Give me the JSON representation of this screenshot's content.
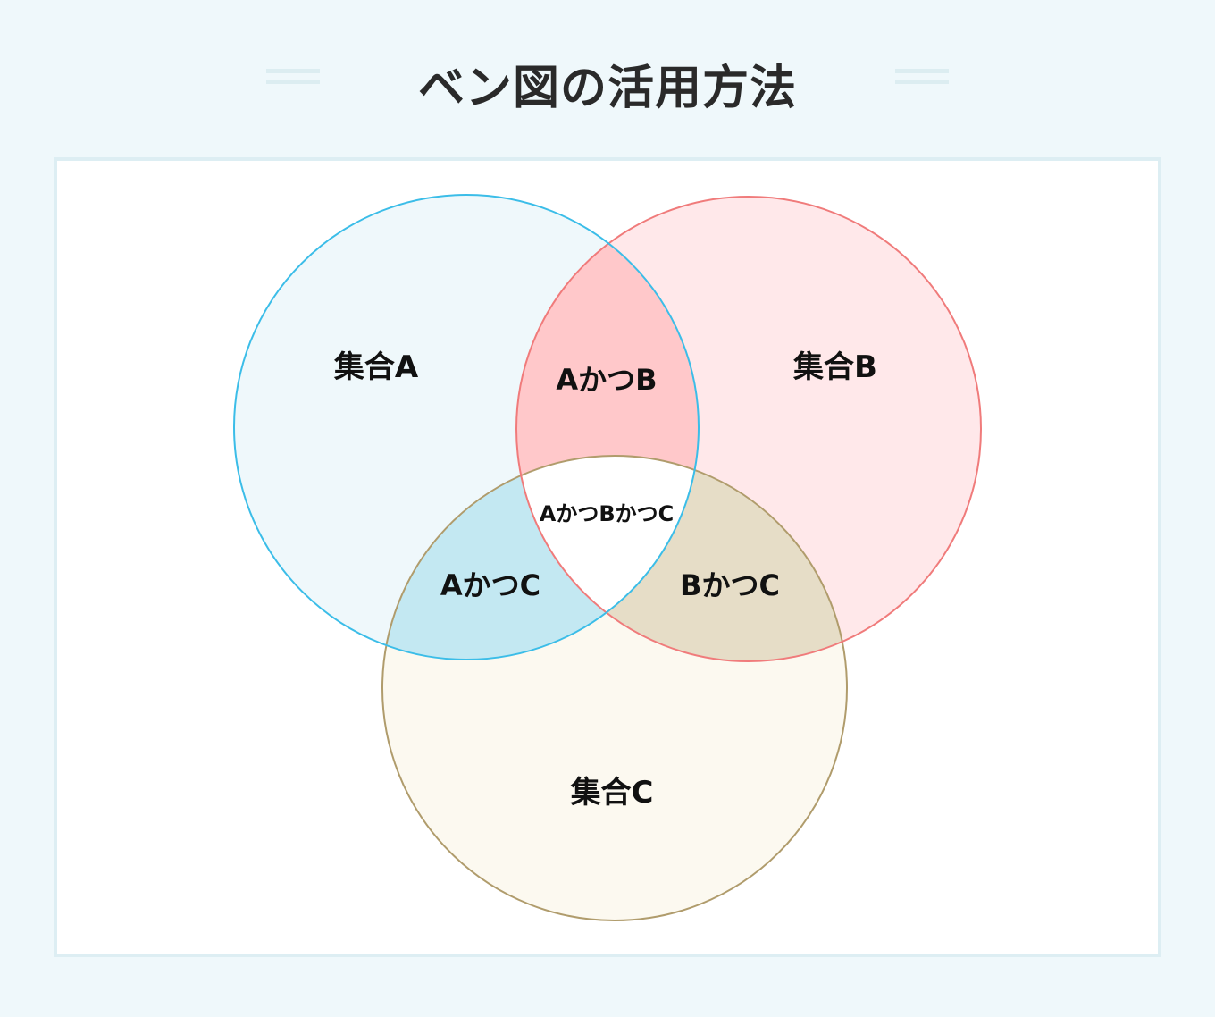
{
  "header": {
    "title": "ベン図の活用方法"
  },
  "diagram": {
    "type": "venn-3",
    "sets": [
      {
        "id": "A",
        "label": "集合A",
        "stroke": "#3bbde8",
        "fill": "#eff8fb"
      },
      {
        "id": "B",
        "label": "集合B",
        "stroke": "#f07b7b",
        "fill": "#ffe8ea"
      },
      {
        "id": "C",
        "label": "集合C",
        "stroke": "#b09c6c",
        "fill": "#fcf9f0"
      }
    ],
    "intersections": [
      {
        "id": "AB",
        "label": "AかつB",
        "fill": "#ffc8ca"
      },
      {
        "id": "AC",
        "label": "AかつC",
        "fill": "#c3e8f2"
      },
      {
        "id": "BC",
        "label": "BかつC",
        "fill": "#e6ddc7"
      },
      {
        "id": "ABC",
        "label": "AかつBかつC",
        "fill": "#ffffff"
      }
    ]
  }
}
